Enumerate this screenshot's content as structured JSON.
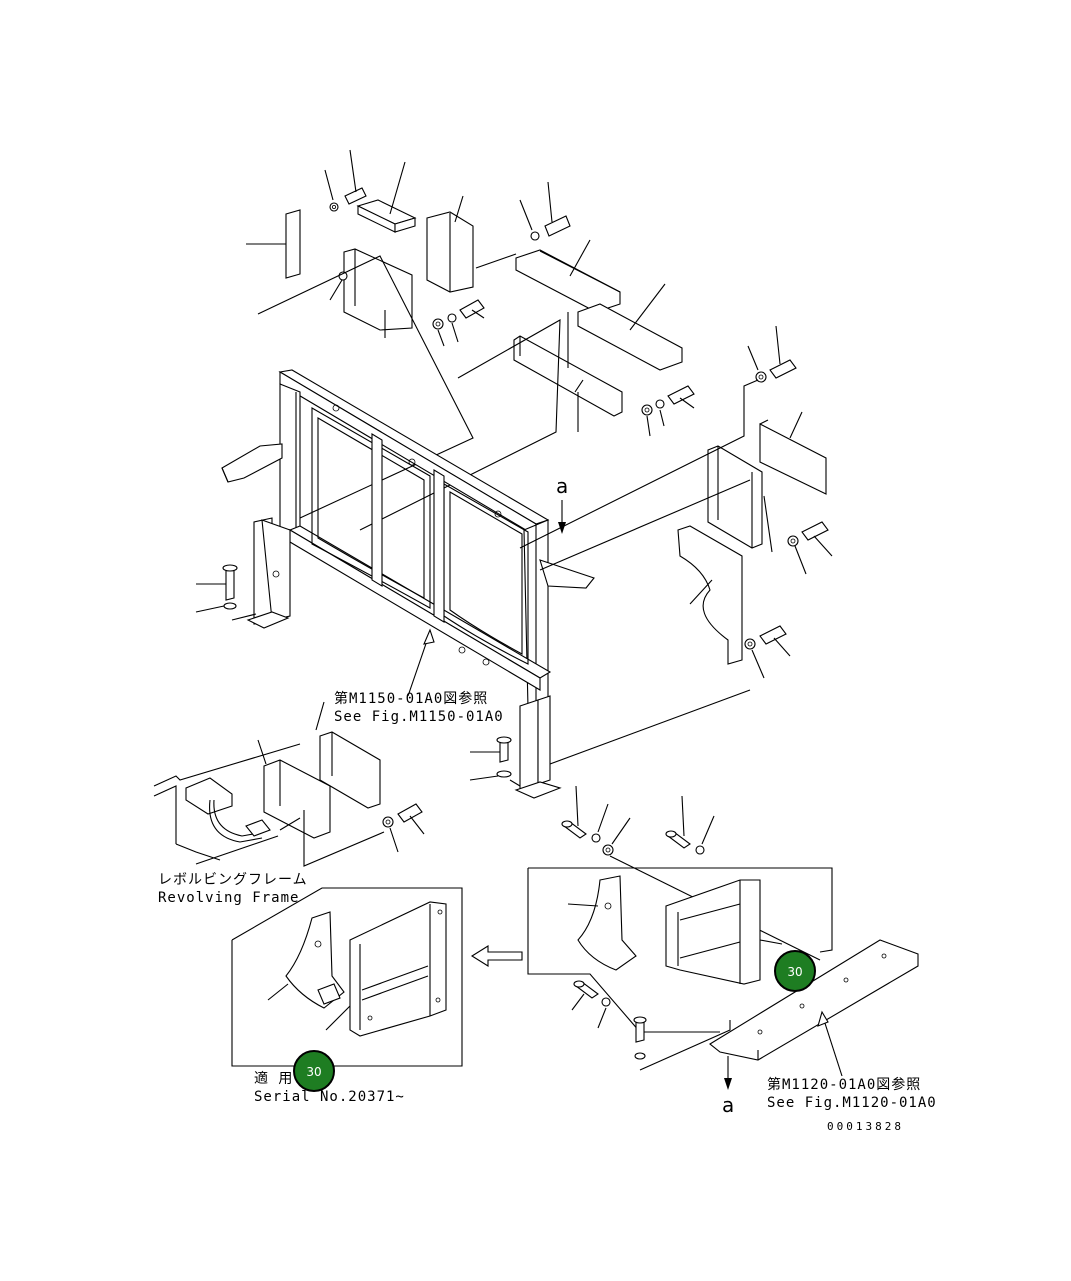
{
  "references": {
    "m1150_jp": "第M1150-01A0図参照",
    "m1150_en": "See Fig.M1150-01A0",
    "m1120_jp": "第M1120-01A0図参照",
    "m1120_en": "See Fig.M1120-01A0"
  },
  "revolving_frame": {
    "jp": "レボルビングフレーム",
    "en": "Revolving Frame"
  },
  "serial": {
    "jp": "適 用",
    "en": "Serial No.20371~"
  },
  "view_markers": {
    "top": "a",
    "bottom": "a"
  },
  "callouts": [
    {
      "id": "callout-1",
      "label": "30"
    },
    {
      "id": "callout-2",
      "label": "30"
    }
  ],
  "drawing_number": "00013828",
  "colors": {
    "badge": "#1e7d22",
    "line": "#000000"
  }
}
